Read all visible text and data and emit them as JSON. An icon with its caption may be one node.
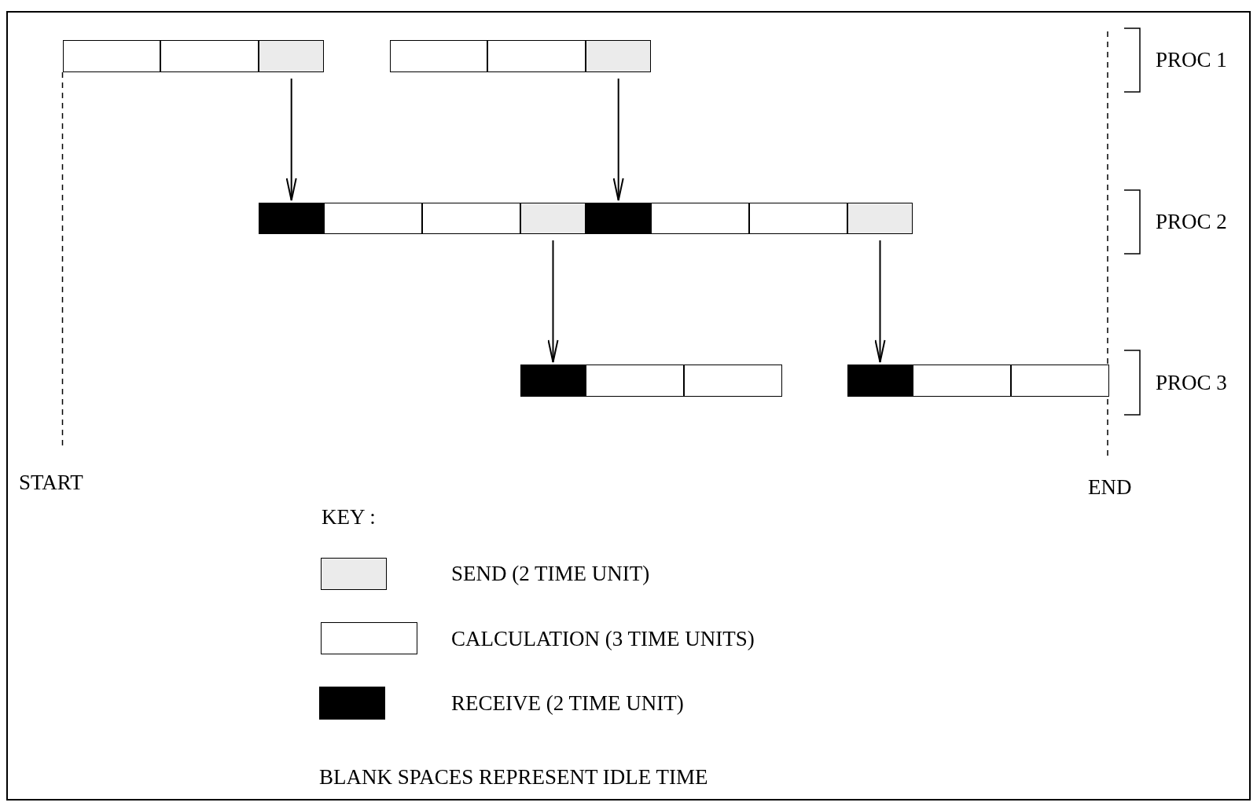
{
  "diagram": {
    "nodes": [
      {
        "text": [],
        "shape": "box"
      },
      {
        "text": [],
        "shape": "box"
      },
      {
        "text": [],
        "shape": "box"
      },
      {
        "text": [],
        "shape": "box"
      },
      {
        "text": [],
        "shape": "box"
      },
      {
        "text": [],
        "shape": "box"
      },
      {
        "text": [],
        "shape": "box"
      },
      {
        "text": [],
        "shape": "box"
      },
      {
        "text": [],
        "shape": "box"
      },
      {
        "text": [],
        "shape": "box"
      },
      {
        "text": [],
        "shape": "box"
      },
      {
        "text": [],
        "shape": "box"
      },
      {
        "text": [],
        "shape": "box"
      },
      {
        "text": [],
        "shape": "box"
      },
      {
        "text": [],
        "shape": "box"
      },
      {
        "text": [],
        "shape": "box"
      },
      {
        "text": [],
        "shape": "box"
      },
      {
        "text": [],
        "shape": "box"
      },
      {
        "text": [],
        "shape": "box"
      },
      {
        "text": [],
        "shape": "box"
      }
    ],
    "edges": [
      {
        "from": 2,
        "to": 6,
        "arrow": "to"
      },
      {
        "from": 5,
        "to": 10,
        "arrow": "to"
      },
      {
        "from": 9,
        "to": 14,
        "arrow": "to"
      },
      {
        "from": 13,
        "to": 17,
        "arrow": "to"
      }
    ],
    "labels": [
      "PROC 1",
      "PROC 2",
      "PROC 3",
      "START",
      "END",
      "KEY :",
      "BLANK SPACES REPRESENT IDLE TIME"
    ],
    "legend": [
      {
        "text": "SEND (2 TIME UNIT)",
        "color": "#ebebeb"
      },
      {
        "text": "CALCULATION (3 TIME UNITS)",
        "color": "#ffffff"
      },
      {
        "text": "RECEIVE (2 TIME UNIT)",
        "color": "#000000"
      }
    ]
  }
}
